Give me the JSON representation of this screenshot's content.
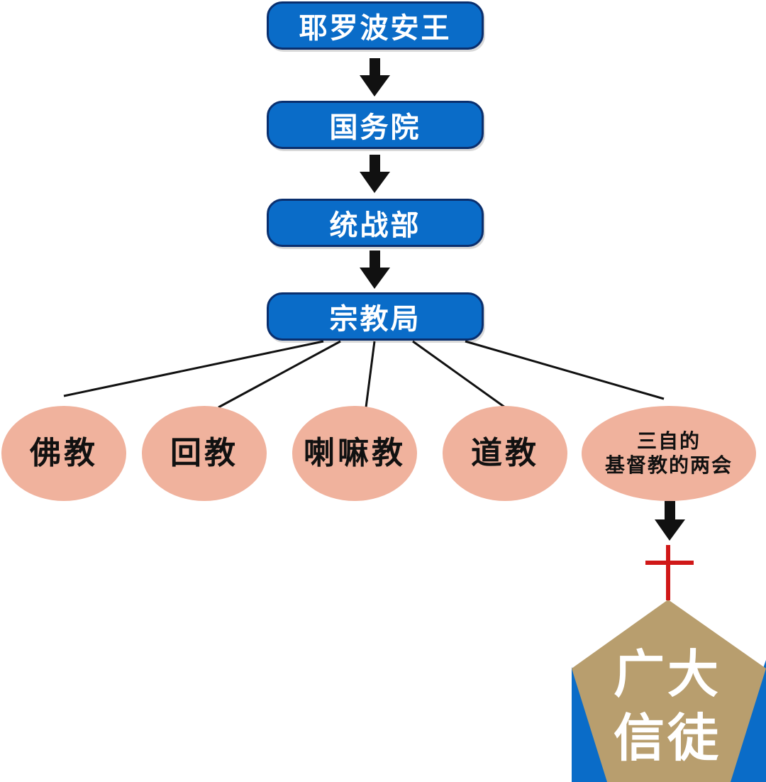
{
  "chain": [
    {
      "id": "king",
      "label": "耶罗波安王"
    },
    {
      "id": "state-council",
      "label": "国务院"
    },
    {
      "id": "united-front",
      "label": "统战部"
    },
    {
      "id": "religious-bureau",
      "label": "宗教局"
    }
  ],
  "religions": [
    {
      "id": "buddhism",
      "label": "佛教"
    },
    {
      "id": "islam",
      "label": "回教"
    },
    {
      "id": "lamaism",
      "label": "喇嘛教"
    },
    {
      "id": "taoism",
      "label": "道教"
    },
    {
      "id": "three-self",
      "line1": "三自的",
      "line2": "基督教的两会"
    }
  ],
  "believers": {
    "line1": "广大",
    "line2": "信徒"
  },
  "colors": {
    "box_fill": "#0a6cc8",
    "box_border": "#0a2f6e",
    "node_fill": "#f0b29d",
    "arrow": "#111111",
    "cross": "#d01818",
    "pentagon": "#b89e6e",
    "corner_blue": "#0a6cc8"
  }
}
